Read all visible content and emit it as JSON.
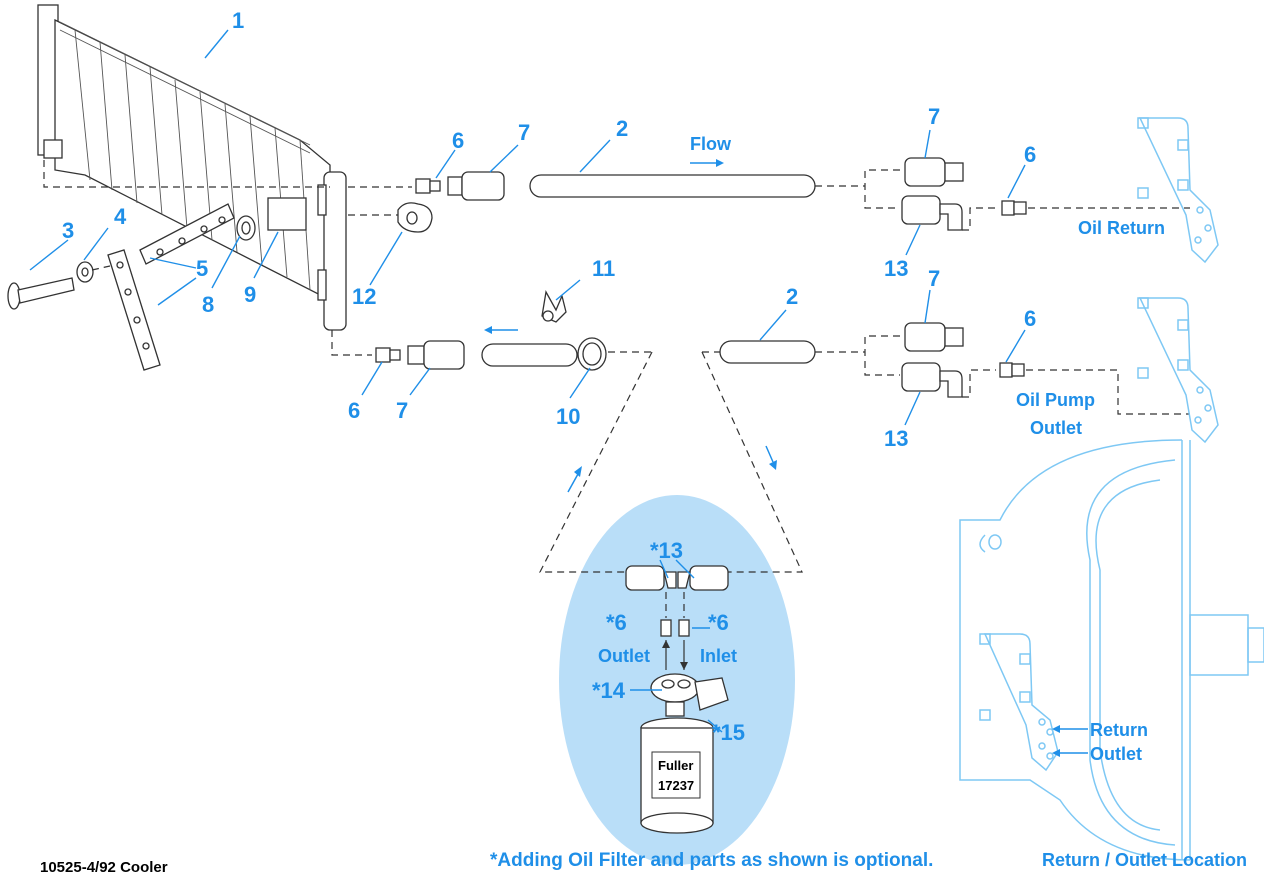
{
  "parts": {
    "p1": "1",
    "p2a": "2",
    "p2b": "2",
    "p3": "3",
    "p4": "4",
    "p5": "5",
    "p6a": "6",
    "p6b": "6",
    "p6c": "6",
    "p6d": "6",
    "p7a": "7",
    "p7b": "7",
    "p7c": "7",
    "p7d": "7",
    "p8": "8",
    "p9": "9",
    "p10": "10",
    "p11": "11",
    "p12": "12",
    "p13a": "13",
    "p13b": "13",
    "opt13": "*13",
    "opt6a": "*6",
    "opt6b": "*6",
    "opt14": "*14",
    "opt15": "*15"
  },
  "labels": {
    "flow": "Flow",
    "oil_return": "Oil Return",
    "oil_pump_1": "Oil Pump",
    "oil_pump_2": "Outlet",
    "outlet": "Outlet",
    "inlet": "Inlet",
    "filter_brand": "Fuller",
    "filter_number": "17237",
    "return": "Return",
    "outlet_loc": "Outlet"
  },
  "notes": {
    "optional": "*Adding Oil Filter and parts as shown is optional.",
    "location_caption": "Return / Outlet Location",
    "figure_id": "10525-4/92 Cooler"
  },
  "colors": {
    "accent": "#1f8fe8",
    "highlight": "#b9def8",
    "engine": "#7ec8f4"
  }
}
